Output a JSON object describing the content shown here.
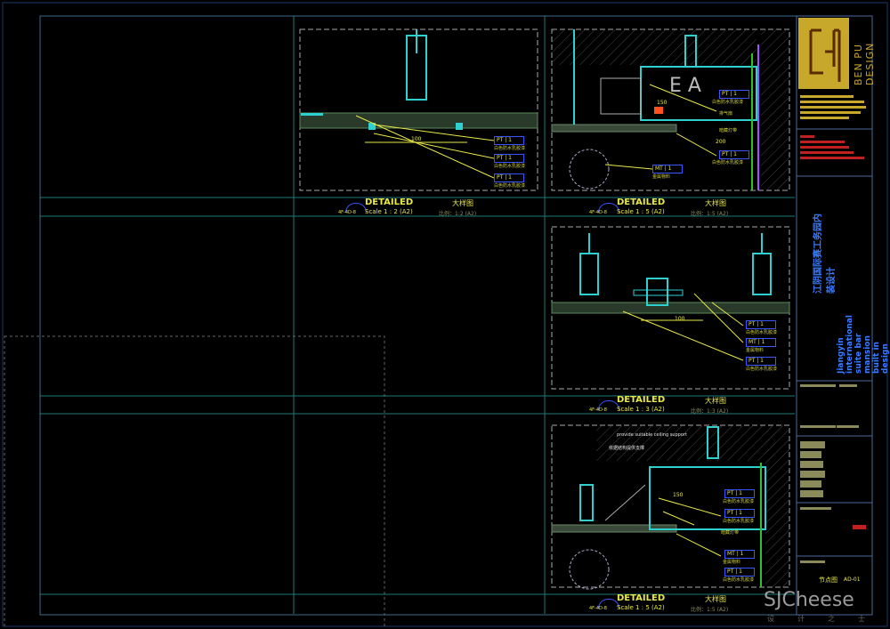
{
  "brand": {
    "name": "BEN PU DESIGN"
  },
  "project": {
    "title_cn": "江阴国际赛工务园内装设计",
    "title_en": "Jiangyin international suite bar mansion built in design"
  },
  "details": [
    {
      "label": "DETAILED",
      "title_cn": "大样图",
      "scale": "Scale 1 : 2 (A2)",
      "scale_cn": "比例：1:2 (A2)",
      "ref": "4F-4D-8"
    },
    {
      "label": "DETAILED",
      "title_cn": "大样图",
      "scale": "Scale 1 : 5 (A2)",
      "scale_cn": "比例：1:5 (A2)",
      "ref": "4F-4D-8"
    },
    {
      "label": "DETAILED",
      "title_cn": "大样图",
      "scale": "Scale 1 : 3 (A2)",
      "scale_cn": "比例：1:3 (A2)",
      "ref": "4F-4D-8"
    },
    {
      "label": "DETAILED",
      "title_cn": "大样图",
      "scale": "Scale 1 : 5 (A2)",
      "scale_cn": "比例：1:5 (A2)",
      "ref": "4F-4D-8"
    }
  ],
  "callouts": {
    "pt1": "PT | 1",
    "mt1": "MT | 1",
    "white_paint": "白色防水乳胶漆",
    "metal": "金属物料",
    "vent": "排气扇",
    "hidden_light": "暗藏灯带",
    "ceiling_support": "provide suitable ceiling support",
    "support_cn": "依据结构提供支撑",
    "dim_100": "100",
    "dim_150": "150",
    "dim_200": "200",
    "ex_label": "E A"
  },
  "title_block": {
    "drawing_name": "节点图",
    "sheet_no": "AD-01"
  },
  "watermark": {
    "text": "SJCheese",
    "sub": "设计之士"
  }
}
